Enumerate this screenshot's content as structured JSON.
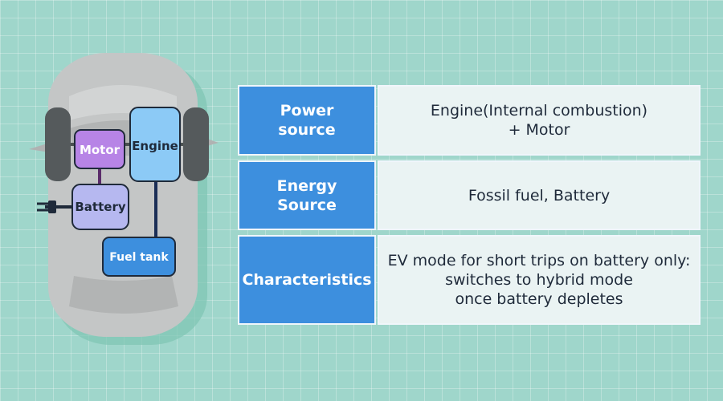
{
  "diagram": {
    "components": {
      "motor": "Motor",
      "engine": "Engine",
      "battery": "Battery",
      "fuel_tank": "Fuel tank"
    },
    "colors": {
      "motor": "#b784e6",
      "engine": "#8ccaf6",
      "battery": "#b6b8f0",
      "fuel_tank": "#3d8fde",
      "label_cell": "#3d8fde",
      "value_cell": "#eaf3f3",
      "car_body": "#c4c6c6"
    }
  },
  "table": {
    "rows": [
      {
        "label": "Power\nsource",
        "value": "Engine(Internal combustion)\n+ Motor"
      },
      {
        "label": "Energy\nSource",
        "value": "Fossil fuel, Battery"
      },
      {
        "label": "Characteristics",
        "value": "EV mode for short trips on battery only:\nswitches to hybrid mode\nonce battery depletes"
      }
    ]
  }
}
